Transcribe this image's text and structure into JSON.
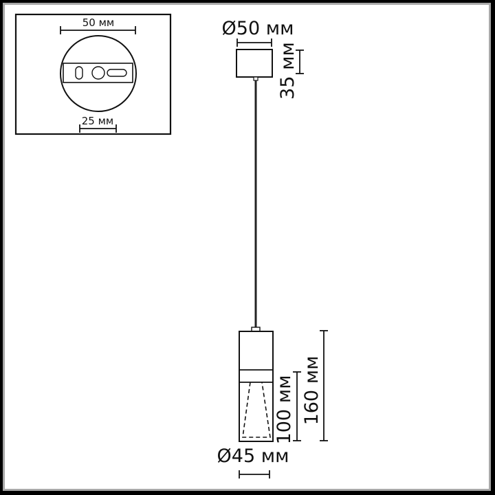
{
  "inset": {
    "top_dimension": "50 мм",
    "bottom_dimension": "25 мм",
    "view": "mounting-plate-top-view"
  },
  "canopy": {
    "diameter_label": "Ø50 мм",
    "height_label": "35 мм"
  },
  "shade": {
    "diameter_label": "Ø45 мм",
    "lower_height_label": "100 мм",
    "total_height_label": "160 мм"
  },
  "colors": {
    "line": "#111111",
    "frame_outer": "#000000",
    "frame_inner": "#a8a8a8",
    "background": "#ffffff"
  }
}
